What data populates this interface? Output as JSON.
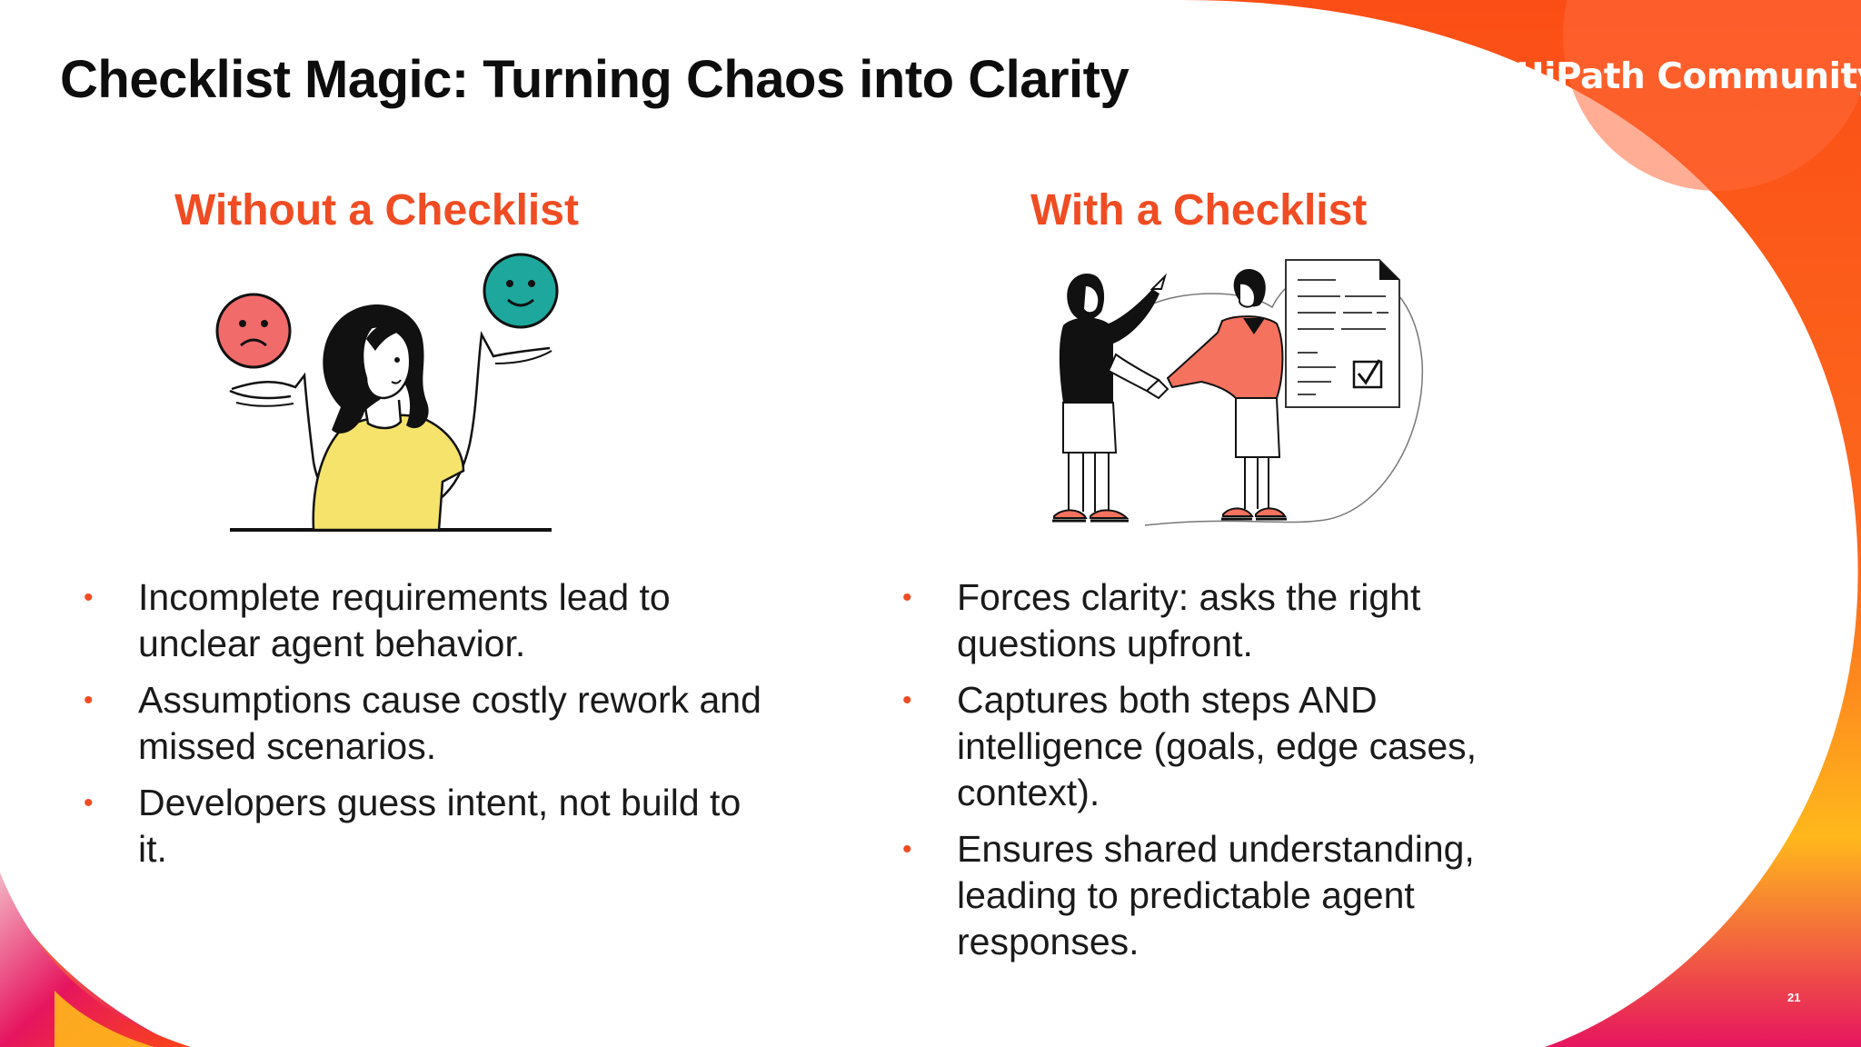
{
  "slide": {
    "title": "Checklist Magic: Turning Chaos into Clarity",
    "logo_text": "UiPath Community",
    "page_number": "21"
  },
  "left": {
    "heading": "Without a Checklist",
    "illustration": "woman-weighing-sad-and-happy-faces",
    "bullets": [
      "Incomplete requirements lead to unclear agent behavior.",
      "Assumptions cause costly rework and missed scenarios.",
      "Developers guess intent, not build to it."
    ]
  },
  "right": {
    "heading": "With a Checklist",
    "illustration": "handshake-with-checklist-document",
    "bullets": [
      "Forces clarity: asks the right questions upfront.",
      "Captures both steps AND intelligence (goals, edge cases, context).",
      "Ensures shared understanding, leading to predictable agent responses."
    ]
  },
  "colors": {
    "accent": "#f04c23",
    "brand_orange": "#fa4616",
    "brand_yellow": "#ffb81c",
    "brand_pink": "#e6155f",
    "sad_face": "#f26b6b",
    "happy_face": "#1ea89d",
    "shirt_yellow": "#f5e36b",
    "coral": "#f4725e"
  }
}
